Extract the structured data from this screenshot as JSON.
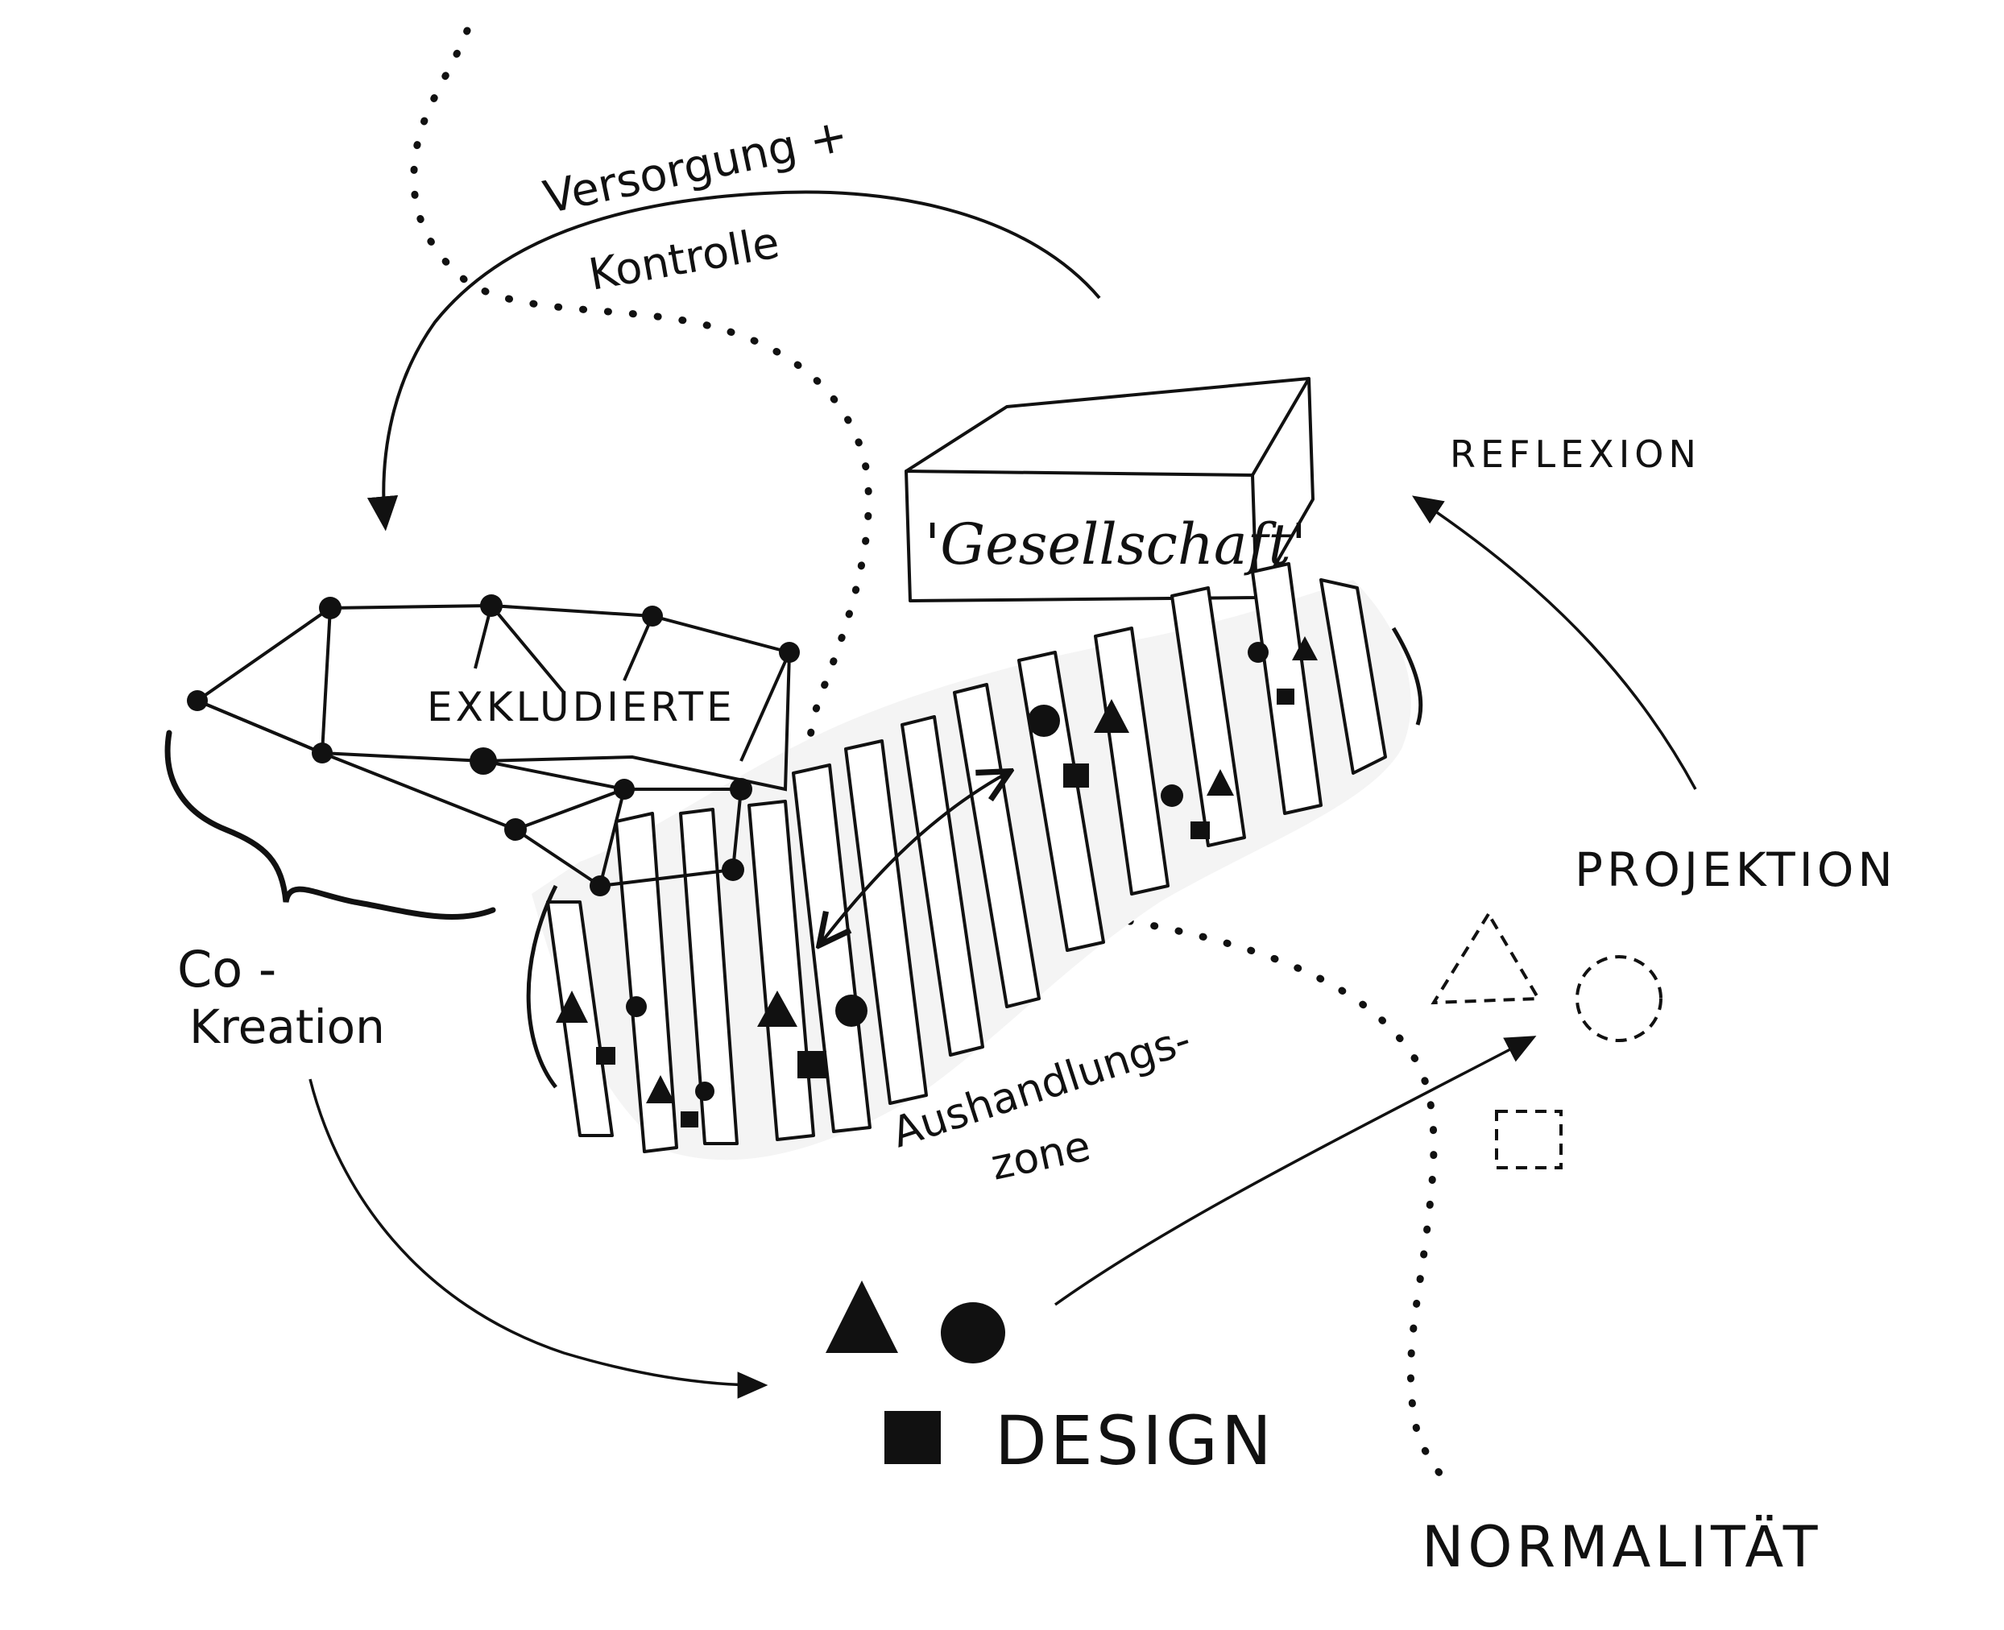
{
  "labels": {
    "versorgung": "Versorgung +",
    "kontrolle": "Kontrolle",
    "gesellschaft": "'Gesellschaft'",
    "reflexion": "REFLEXION",
    "exkludierte": "EXKLUDIERTE",
    "projektion": "PROJEKTION",
    "co": "Co -",
    "kreation": "Kreation",
    "aushandlungs": "Aushandlungs-",
    "zone": "zone",
    "design": "DESIGN",
    "normalitaet": "NORMALITÄT"
  },
  "colors": {
    "ink": "#111111",
    "background": "#ffffff",
    "shade": "#cfcfcf"
  },
  "shapes": {
    "legend": [
      "triangle",
      "circle",
      "square"
    ]
  }
}
